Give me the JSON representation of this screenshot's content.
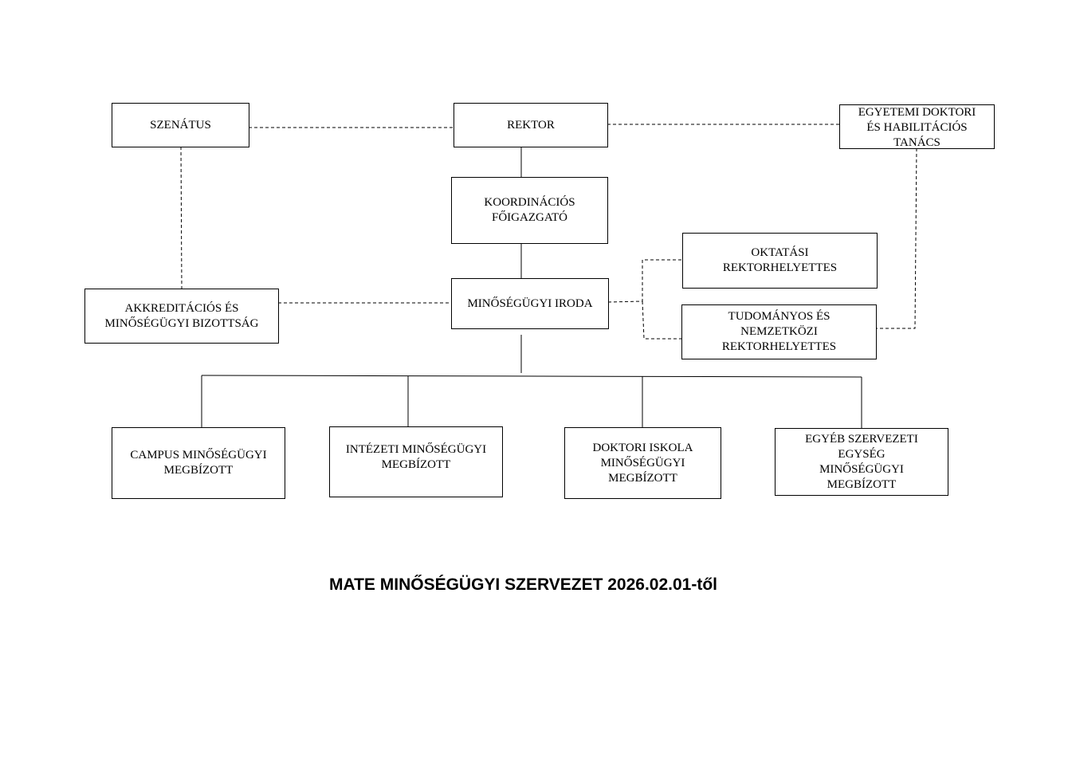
{
  "diagram": {
    "title": "MATE MINŐSÉGÜGYI SZERVEZET 2026.02.01-től",
    "nodes": {
      "szenatus": [
        "SZENÁTUS"
      ],
      "rektor": [
        "REKTOR"
      ],
      "doktori_tanacs": [
        "EGYETEMI DOKTORI",
        "ÉS HABILITÁCIÓS",
        "TANÁCS"
      ],
      "foigazgato": [
        "KOORDINÁCIÓS",
        "FŐIGAZGATÓ"
      ],
      "oktatasi": [
        "OKTATÁSI",
        "REKTORHELYETTES"
      ],
      "minosegugyi_iroda": [
        "MINŐSÉGÜGYI IRODA"
      ],
      "akkreditacios": [
        "AKKREDITÁCIÓS ÉS",
        "MINŐSÉGÜGYI BIZOTTSÁG"
      ],
      "tudomanyos": [
        "TUDOMÁNYOS ÉS",
        "NEMZETKÖZI",
        "REKTORHELYETTES"
      ],
      "campus": [
        "CAMPUS MINŐSÉGÜGYI",
        "MEGBÍZOTT"
      ],
      "intezeti": [
        "INTÉZETI MINŐSÉGÜGYI",
        "MEGBÍZOTT"
      ],
      "doktori_iskola": [
        "DOKTORI ISKOLA",
        "MINŐSÉGÜGYI",
        "MEGBÍZOTT"
      ],
      "egyeb": [
        "EGYÉB SZERVEZETI",
        "EGYSÉG",
        "MINŐSÉGÜGYI",
        "MEGBÍZOTT"
      ]
    }
  }
}
